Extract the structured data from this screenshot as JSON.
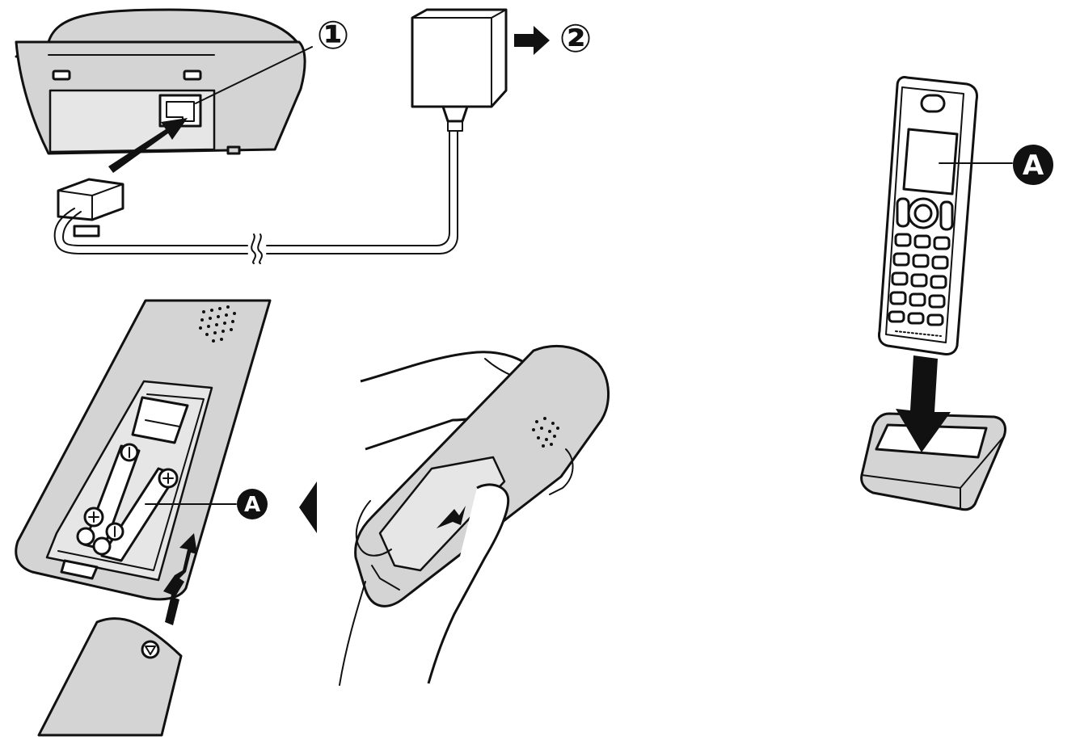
{
  "callouts": {
    "step_1": "①",
    "step_2": "②",
    "label_a_battery": "A",
    "label_a_handset": "A"
  },
  "colors": {
    "line": "#111111",
    "device_fill": "#d4d4d4",
    "background": "#ffffff"
  },
  "icons": [
    "base-unit-icon",
    "ac-adaptor-icon",
    "telephone-line-cord-icon",
    "handset-icon",
    "charger-icon",
    "hand-icon",
    "arrow-icon",
    "battery-icon"
  ]
}
